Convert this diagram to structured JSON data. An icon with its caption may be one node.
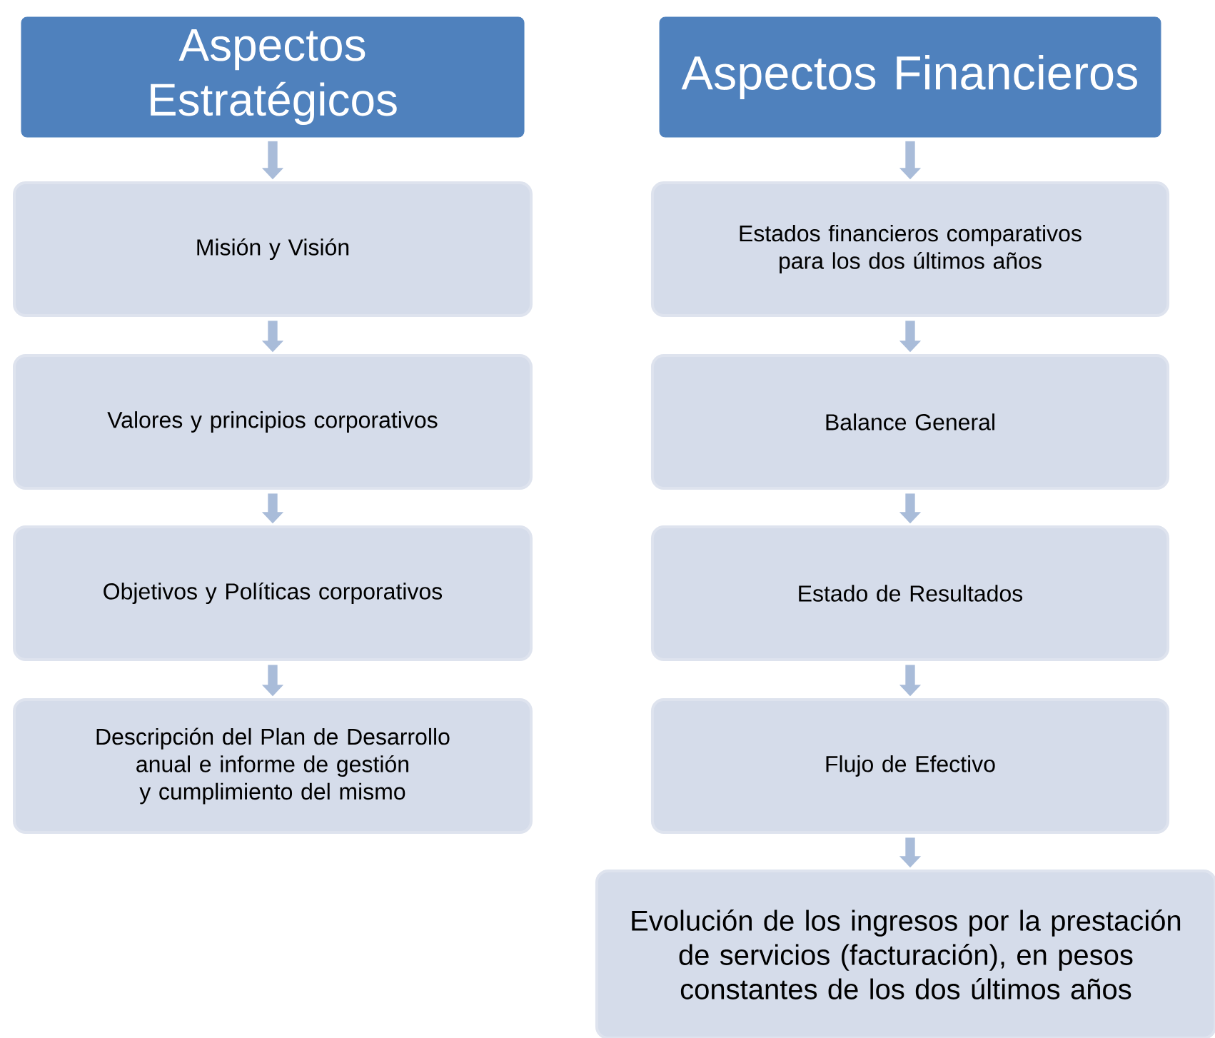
{
  "diagram": {
    "nodes": [
      {
        "text": [
          "Aspectos Estratégicos"
        ]
      },
      {
        "text": [
          "Misión y Visión"
        ]
      },
      {
        "text": [
          "Valores y principios corporativos"
        ]
      },
      {
        "text": [
          "Objetivos y Políticas corporativos"
        ]
      },
      {
        "text": [
          "Descripción del Plan de Desarrollo anual e informe de gestión y cumplimiento del mismo"
        ]
      },
      {
        "text": [
          "Aspectos Financieros"
        ]
      },
      {
        "text": [
          "Estados financieros comparativos para los dos últimos años"
        ]
      },
      {
        "text": [
          "Balance General"
        ]
      },
      {
        "text": [
          "Estado de Resultados"
        ]
      },
      {
        "text": [
          "Flujo de Efectivo"
        ]
      },
      {
        "text": [
          "Evolución de los ingresos por la prestación de servicios (facturación), en pesos constantes de los dos últimos años"
        ]
      }
    ],
    "edges": [
      {
        "from": 0,
        "to": 1,
        "arrow": "to"
      },
      {
        "from": 1,
        "to": 2,
        "arrow": "to"
      },
      {
        "from": 2,
        "to": 3,
        "arrow": "to"
      },
      {
        "from": 3,
        "to": 4,
        "arrow": "to"
      },
      {
        "from": 5,
        "to": 6,
        "arrow": "to"
      },
      {
        "from": 6,
        "to": 7,
        "arrow": "to"
      },
      {
        "from": 7,
        "to": 8,
        "arrow": "to"
      },
      {
        "from": 8,
        "to": 9,
        "arrow": "to"
      },
      {
        "from": 9,
        "to": 10,
        "arrow": "to"
      }
    ]
  }
}
